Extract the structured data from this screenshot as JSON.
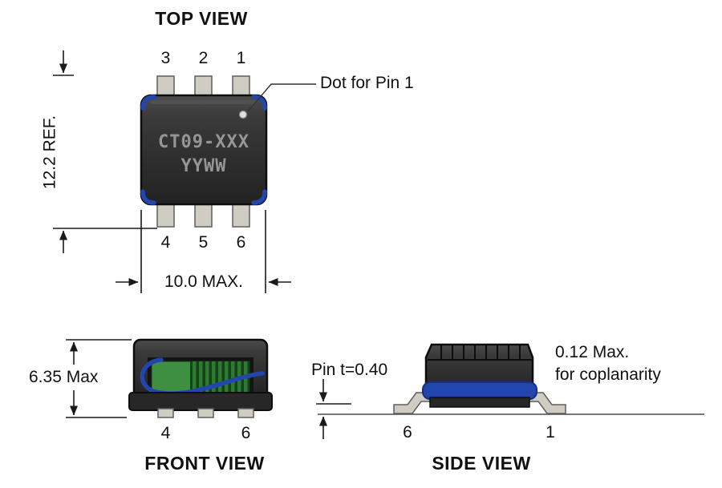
{
  "views": {
    "top": {
      "title": "TOP VIEW",
      "pins_top": [
        "3",
        "2",
        "1"
      ],
      "pins_bottom": [
        "4",
        "5",
        "6"
      ],
      "marking": {
        "line1": "CT09-XXX",
        "line2": "YYWW"
      },
      "dot_callout": "Dot for Pin 1",
      "dim_height": "12.2 REF.",
      "dim_width": "10.0 MAX."
    },
    "front": {
      "title": "FRONT VIEW",
      "dim_height": "6.35 Max",
      "pin_left": "4",
      "pin_right": "6"
    },
    "side": {
      "title": "SIDE VIEW",
      "dim_pin_thickness": "Pin t=0.40",
      "coplanarity": {
        "line1": "0.12 Max.",
        "line2": "for coplanarity"
      },
      "pin_left": "6",
      "pin_right": "1"
    }
  },
  "colors": {
    "body_dark": "#333333",
    "pin_metal": "#cfccc3",
    "wire_blue": "#2245ae",
    "coil_green": "#3f8f43",
    "marking_text": "#969696"
  }
}
